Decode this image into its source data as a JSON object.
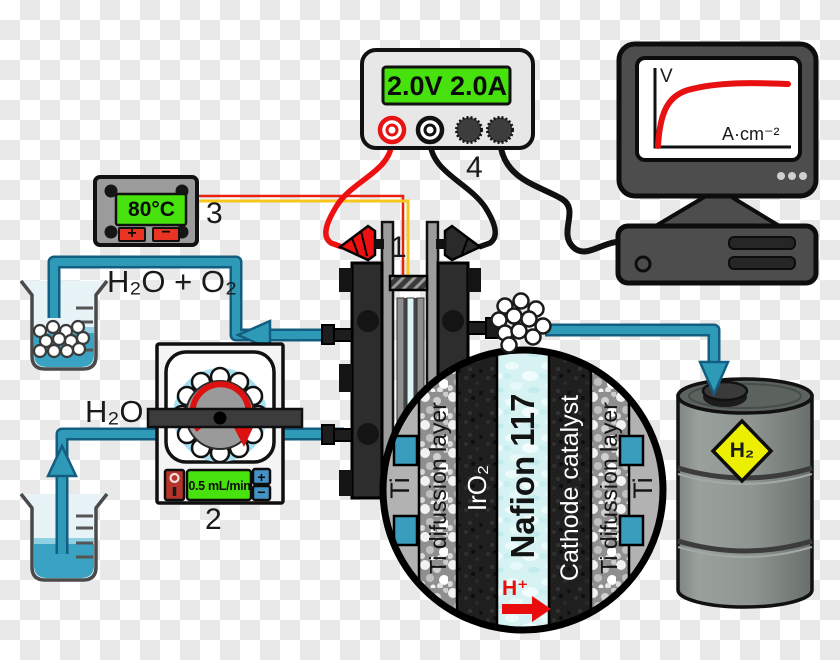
{
  "labels": {
    "cell": "1",
    "pump": "2",
    "controller": "3",
    "power_supply": "4"
  },
  "power_supply": {
    "display": "2.0V 2.0A"
  },
  "temperature_controller": {
    "display": "80°C",
    "button_plus": "+",
    "button_minus": "−"
  },
  "pump": {
    "display": "0.5 mL/min",
    "button_plus": "+",
    "button_minus": "−"
  },
  "monitor": {
    "y_axis_label": "V",
    "x_axis_label": "A·cm⁻²"
  },
  "streams": {
    "anode_outlet": "H₂O + O₂",
    "water_feed": "H₂O",
    "hydrogen": "H₂",
    "proton": "H⁺"
  },
  "inset_layers": {
    "ti_left": "Ti",
    "diffusion_left": "Ti difussion layer",
    "anode_catalyst": "IrO₂",
    "membrane": "Nafion 117",
    "cathode_catalyst": "Cathode catalyst",
    "diffusion_right": "Ti difussion layer",
    "ti_right": "Ti"
  },
  "colors": {
    "lcd_green": "#47e20d",
    "tube_teal": "#2f9ab8",
    "wire_red": "#ee1111",
    "curve_red": "#e81111",
    "hazard_yellow": "#ecf000",
    "membrane_cyan": "#d6f2f2",
    "port_blue": "#3b9dbd",
    "checker_light": "#ffffff",
    "checker_dark": "#e9e9e9"
  }
}
